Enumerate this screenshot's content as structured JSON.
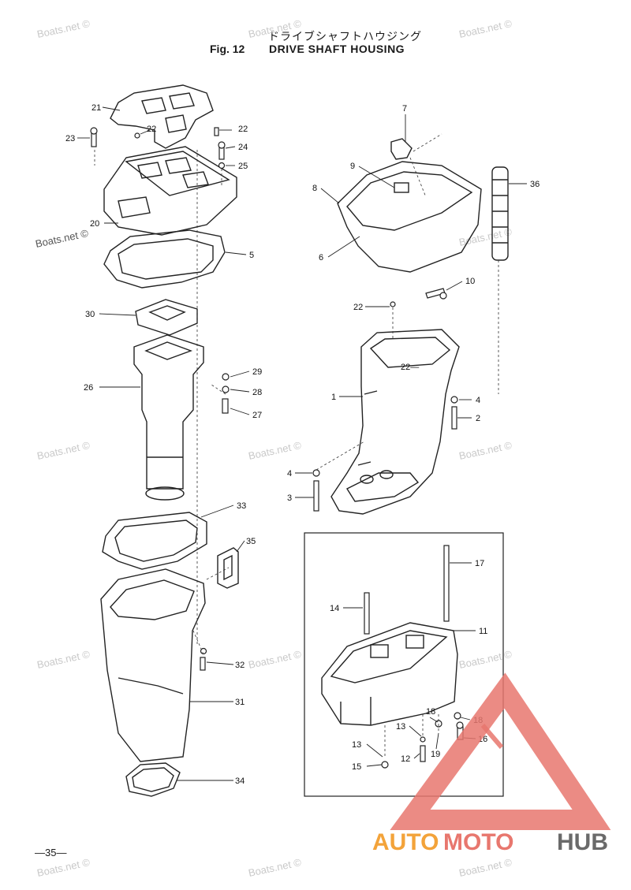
{
  "header": {
    "jp_title": "ドライブシャフトハウジング",
    "fig_no": "Fig. 12",
    "fig_title": "DRIVE SHAFT HOUSING"
  },
  "watermark": "Boats.net ©",
  "page_number": "—35—",
  "logo": {
    "part1": "AUTO",
    "part2": "MOTO",
    "part3": "HUB",
    "color_orange": "#f3a33a",
    "color_red": "#e8776e",
    "color_grey": "#6a6a6a"
  },
  "callouts": {
    "c1": "1",
    "c2": "2",
    "c3": "3",
    "c4a": "4",
    "c4b": "4",
    "c5": "5",
    "c6": "6",
    "c7": "7",
    "c8": "8",
    "c9": "9",
    "c10": "10",
    "c11": "11",
    "c12": "12",
    "c13a": "13",
    "c13b": "13",
    "c14": "14",
    "c15": "15",
    "c16": "16",
    "c17": "17",
    "c18a": "18",
    "c18b": "18",
    "c19": "19",
    "c20": "20",
    "c21": "21",
    "c22a": "22",
    "c22b": "22",
    "c22c": "22",
    "c22d": "22—",
    "c23": "23",
    "c24": "24",
    "c25": "25",
    "c26": "26",
    "c27": "27",
    "c28": "28",
    "c29": "29",
    "c30": "30",
    "c31": "31",
    "c32": "32",
    "c33": "33",
    "c34": "34",
    "c35": "35",
    "c36": "36"
  }
}
